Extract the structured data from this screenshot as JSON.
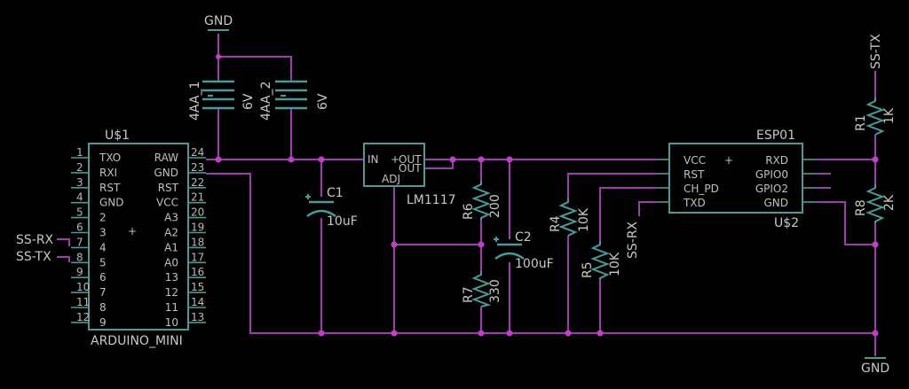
{
  "net_labels": {
    "gnd_top": "GND",
    "gnd_bottom": "GND",
    "ss_tx_top": "SS-TX",
    "ss_rx_mid": "SS-RX",
    "ss_rx_left": "SS-RX",
    "ss_tx_left": "SS-TX"
  },
  "arduino": {
    "ref": "U$1",
    "name": "ARDUINO_MINI",
    "plus": "+",
    "left_pins": [
      {
        "num": "1",
        "label": "TXO"
      },
      {
        "num": "2",
        "label": "RXI"
      },
      {
        "num": "3",
        "label": "RST"
      },
      {
        "num": "4",
        "label": "GND"
      },
      {
        "num": "5",
        "label": "2"
      },
      {
        "num": "6",
        "label": "3"
      },
      {
        "num": "7",
        "label": "4"
      },
      {
        "num": "8",
        "label": "5"
      },
      {
        "num": "9",
        "label": "6"
      },
      {
        "num": "10",
        "label": "7"
      },
      {
        "num": "11",
        "label": "8"
      },
      {
        "num": "12",
        "label": "9"
      }
    ],
    "right_pins": [
      {
        "num": "24",
        "label": "RAW"
      },
      {
        "num": "23",
        "label": "GND"
      },
      {
        "num": "22",
        "label": "RST"
      },
      {
        "num": "21",
        "label": "VCC"
      },
      {
        "num": "20",
        "label": "A3"
      },
      {
        "num": "19",
        "label": "A2"
      },
      {
        "num": "18",
        "label": "A1"
      },
      {
        "num": "17",
        "label": "A0"
      },
      {
        "num": "16",
        "label": "13"
      },
      {
        "num": "15",
        "label": "12"
      },
      {
        "num": "14",
        "label": "11"
      },
      {
        "num": "13",
        "label": "10"
      }
    ]
  },
  "battery1": {
    "ref": "4AA_1",
    "value": "6V"
  },
  "battery2": {
    "ref": "4AA_2",
    "value": "6V"
  },
  "regulator": {
    "name": "LM1117",
    "in": "IN",
    "out1": "OUT",
    "out2": "OUT",
    "adj": "ADJ",
    "plus": "+"
  },
  "c1": {
    "ref": "C1",
    "value": "10uF"
  },
  "c2": {
    "ref": "C2",
    "value": "100uF"
  },
  "r6": {
    "ref": "R6",
    "value": "200"
  },
  "r7": {
    "ref": "R7",
    "value": "330"
  },
  "r4": {
    "ref": "R4",
    "value": "10K"
  },
  "r5": {
    "ref": "R5",
    "value": "10K"
  },
  "r1": {
    "ref": "R1",
    "value": "1K"
  },
  "r8": {
    "ref": "R8",
    "value": "2K"
  },
  "esp": {
    "name": "ESP01",
    "ref": "U$2",
    "plus": "+",
    "left": [
      "VCC",
      "RST",
      "CH_PD",
      "TXD"
    ],
    "right": [
      "RXD",
      "GPIO0",
      "GPIO2",
      "GND"
    ]
  },
  "colors": {
    "part": "#4a9a9a",
    "wire": "#a03ab0",
    "junction": "#c040c8",
    "background": "#000000"
  }
}
